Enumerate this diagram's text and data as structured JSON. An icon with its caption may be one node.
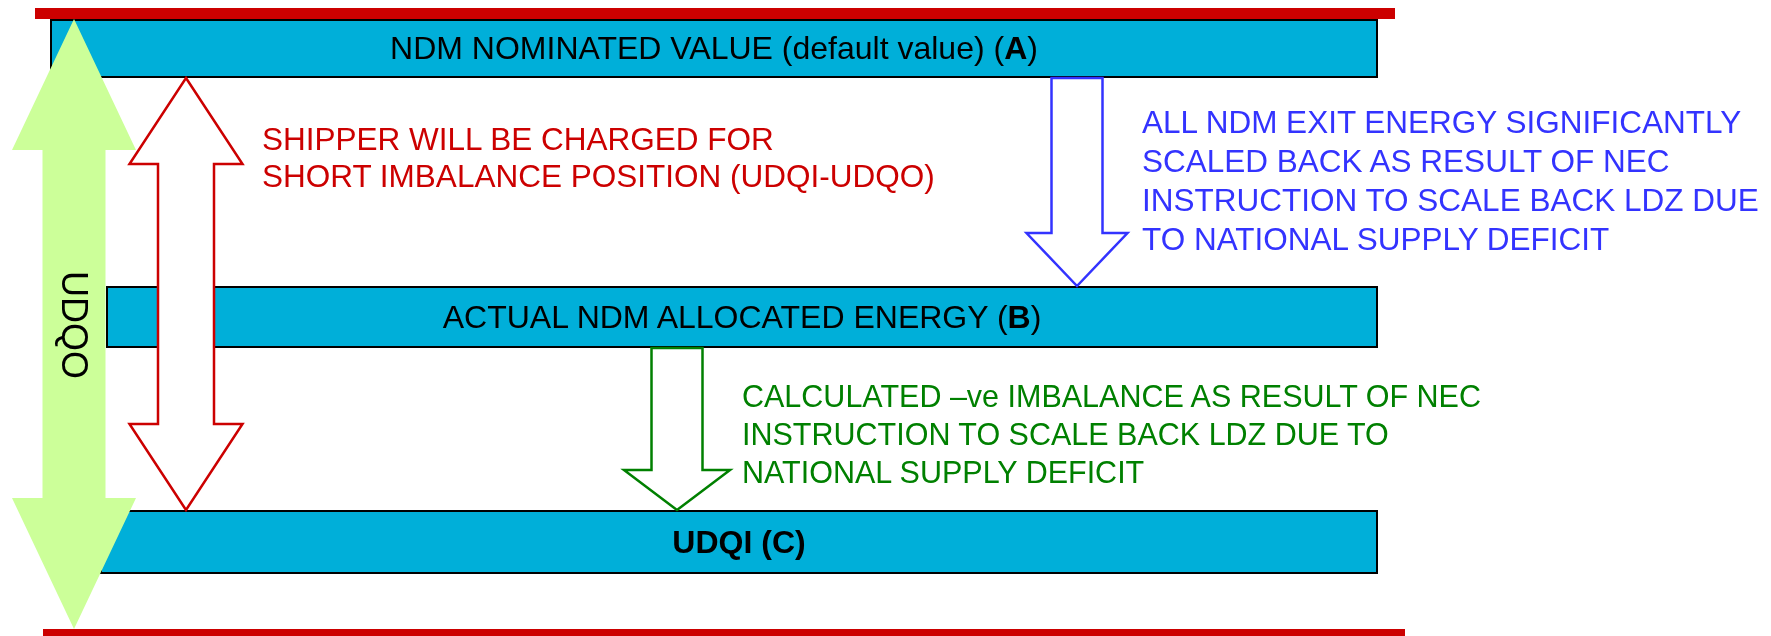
{
  "diagram": {
    "nodes": [
      {
        "text": [],
        "shape": "bar"
      },
      {
        "text": [
          "NDM NOMINATED VALUE (default value) (**A**)"
        ]
      },
      {
        "text": [
          "ACTUAL NDM ALLOCATED ENERGY (**B**)"
        ]
      },
      {
        "text": [
          "UDQI (C)"
        ]
      },
      {
        "text": [],
        "shape": "bar"
      }
    ],
    "edges": [
      {
        "from": 0,
        "to": 4,
        "arrow": "both",
        "label": "UDQO",
        "style": "thick",
        "color": "#ccff99"
      },
      {
        "from": 1,
        "to": 3,
        "arrow": "both",
        "label": "SHIPPER WILL BE CHARGED FOR SHORT IMBALANCE POSITION (UDQI-UDQO)",
        "color": "#cc0000"
      },
      {
        "from": 1,
        "to": 2,
        "arrow": "to",
        "label": "ALL NDM EXIT ENERGY SIGNIFICANTLY SCALED BACK AS RESULT OF NEC INSTRUCTION TO SCALE BACK LDZ DUE TO NATIONAL SUPPLY DEFICIT",
        "color": "#3333ff"
      },
      {
        "from": 2,
        "to": 3,
        "arrow": "to",
        "label": "CALCULATED –ve IMBALANCE AS RESULT OF NEC INSTRUCTION TO SCALE BACK LDZ DUE TO NATIONAL SUPPLY DEFICIT",
        "color": "#008000"
      }
    ]
  }
}
